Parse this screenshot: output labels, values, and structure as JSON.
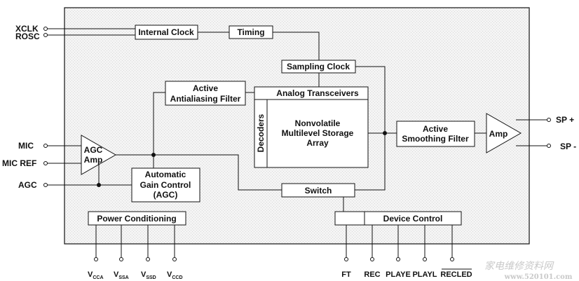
{
  "pins_left": {
    "xclk": "XCLK",
    "rosc": "ROSC",
    "mic": "MIC",
    "mic_ref": "MIC REF",
    "agc": "AGC"
  },
  "pins_right": {
    "sp_plus": "SP +",
    "sp_minus": "SP -"
  },
  "blocks": {
    "internal_clock": "Internal Clock",
    "timing": "Timing",
    "sampling_clock": "Sampling Clock",
    "antialias_l1": "Active",
    "antialias_l2": "Antialiasing Filter",
    "analog_transceivers": "Analog Transceivers",
    "decoders": "Decoders",
    "storage_l1": "Nonvolatile",
    "storage_l2": "Multilevel Storage",
    "storage_l3": "Array",
    "smoothing_l1": "Active",
    "smoothing_l2": "Smoothing Filter",
    "amp": "Amp",
    "agc_amp_l1": "AGC",
    "agc_amp_l2": "Amp",
    "agc_ctrl_l1": "Automatic",
    "agc_ctrl_l2": "Gain Control",
    "agc_ctrl_l3": "(AGC)",
    "switch": "Switch",
    "power_conditioning": "Power Conditioning",
    "device_control": "Device Control"
  },
  "pins_bottom_power": [
    {
      "main": "V",
      "sub": "CCA"
    },
    {
      "main": "V",
      "sub": "SSA"
    },
    {
      "main": "V",
      "sub": "SSD"
    },
    {
      "main": "V",
      "sub": "CCD"
    }
  ],
  "pins_bottom_control": {
    "ft": "FT",
    "rec": "REC",
    "playe": "PLAYE",
    "playl": "PLAYL",
    "recled": "RECLED"
  },
  "watermark": {
    "line1": "家电维修资料网",
    "line2": "www.520101.com"
  },
  "colors": {
    "line": "#111111",
    "chip_fill": "#f2f2f2",
    "block_fill": "#ffffff",
    "watermark": "#c9c9c9"
  }
}
